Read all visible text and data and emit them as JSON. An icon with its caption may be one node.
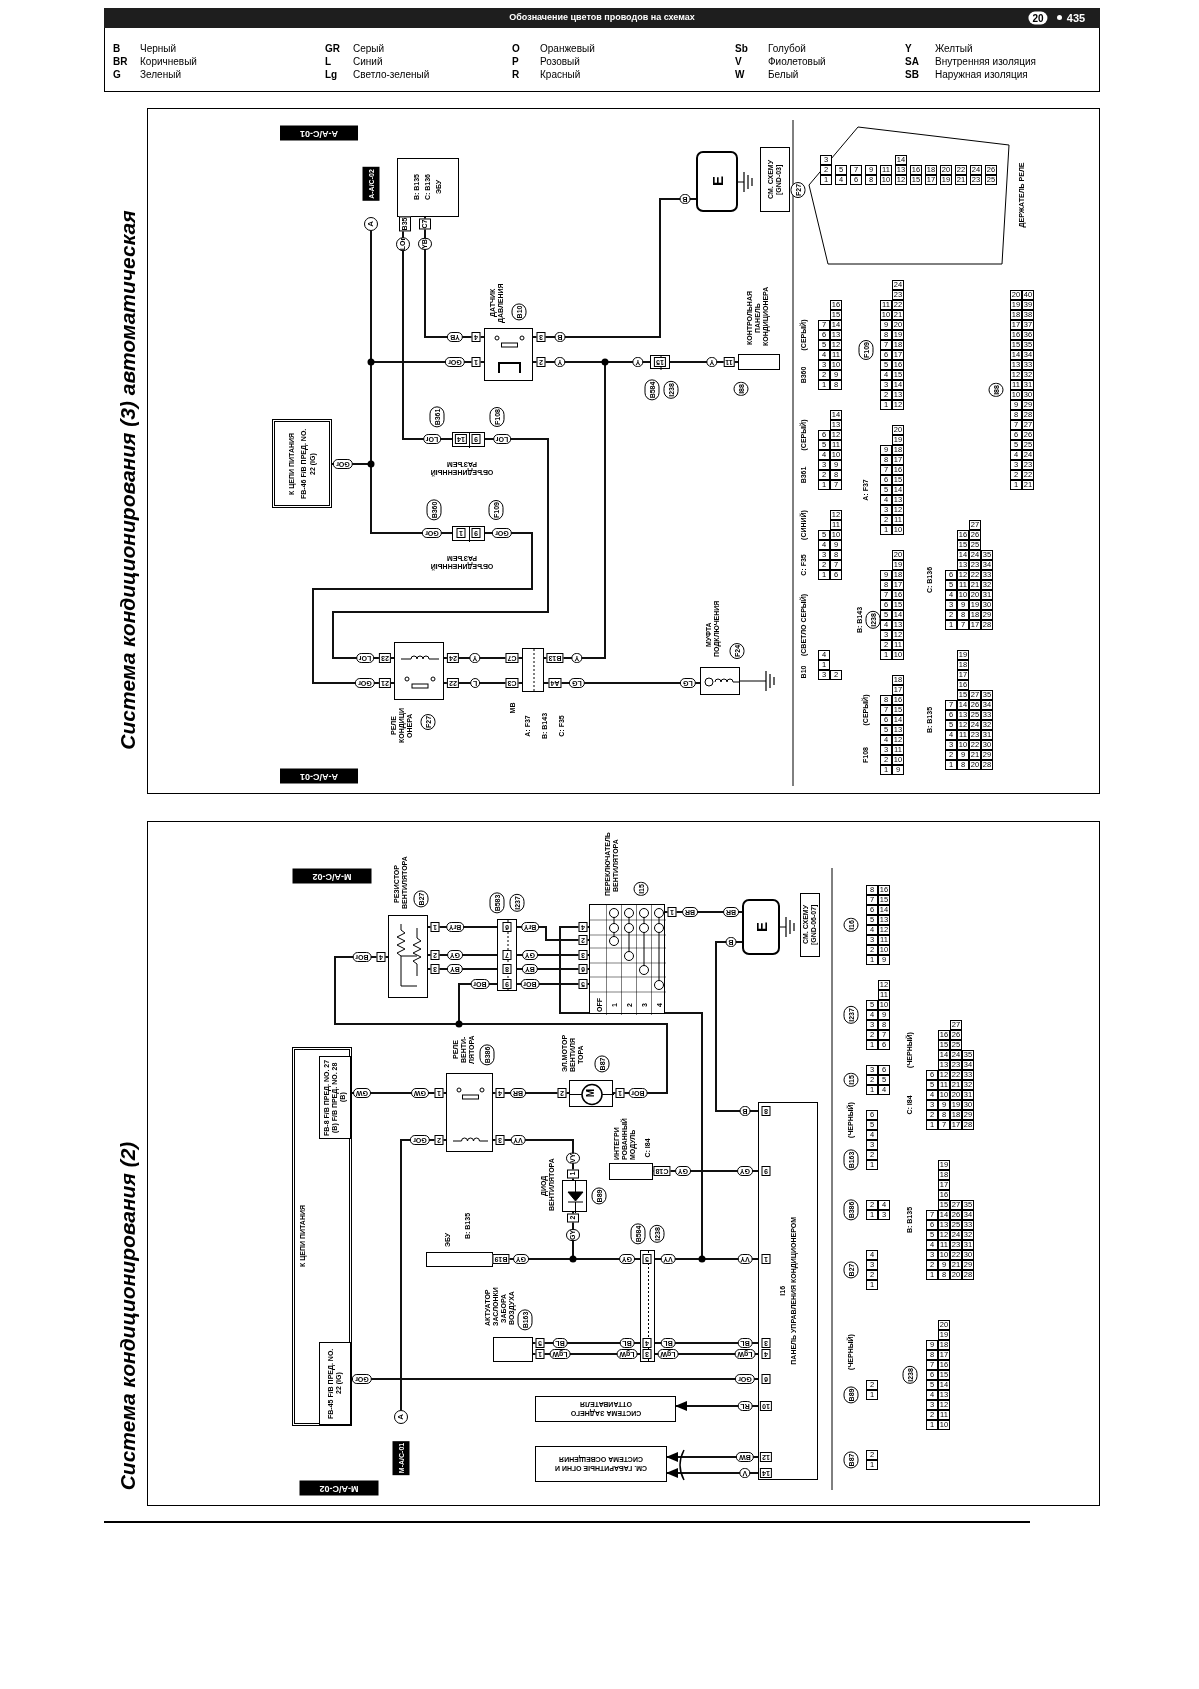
{
  "diagram": {
    "title": "Обозначение цветов проводов на схемах",
    "nodes": [
      {
        "text": [
          "К ЦЕПИ ПИТАНИЯ",
          "FB-46 F/B ПРЕД. NO. 22 (IG)"
        ]
      },
      {
        "text": [
          "A"
        ],
        "beside": [
          "A-A/C-02"
        ]
      },
      {
        "text": [
          "B: B135",
          "C: B136",
          "ЭБУ"
        ]
      },
      {
        "text": [],
        "shape": "box",
        "beside": [
          "ДАТЧИК ДАВЛЕНИЯ",
          "B10"
        ]
      },
      {
        "text": [],
        "shape": "box",
        "beside": [
          "B361",
          "F108",
          "ОБЪЕДИНЕННЫЙ РАЗЪЕМ"
        ]
      },
      {
        "text": [],
        "shape": "box",
        "beside": [
          "B360",
          "F109",
          "ОБЪЕДИНЕННЫЙ РАЗЪЕМ"
        ]
      },
      {
        "text": [],
        "shape": "box",
        "beside": [
          "РЕЛЕ КОНДИЦИ ОНЕРА",
          "F27"
        ]
      },
      {
        "text": [],
        "shape": "box",
        "beside": [
          "MB",
          "A: F37",
          "B: B143",
          "C: F35"
        ]
      },
      {
        "text": [],
        "shape": "box",
        "beside": [
          "B584",
          "I238"
        ]
      },
      {
        "text": [],
        "shape": "box",
        "beside": [
          "КОНТРОЛЬНАЯ ПАНЕЛЬ КОНДИЦИОНЕРА",
          "I88"
        ]
      },
      {
        "text": [],
        "shape": "box",
        "beside": [
          "МУФТА ПОДКЛЮЧЕНИЯ",
          "F24"
        ]
      },
      {
        "text": [
          "E"
        ]
      },
      {
        "text": [
          "СМ. СХЕМУ [GND-03]"
        ]
      },
      {
        "text": [
          "3 1 4",
          "2"
        ],
        "beside": [
          "B10",
          "(СВЕТЛО СЕРЫЙ)"
        ]
      },
      {
        "text": [
          "1 2 3 4 5",
          "6 7 8 9 10 11 12"
        ],
        "beside": [
          "C: F35",
          "(СИНИЙ)"
        ]
      },
      {
        "text": [
          "1 2 3 4 5 6",
          "7 8 9 10 11 12 13 14"
        ],
        "beside": [
          "B361",
          "(СЕРЫЙ)"
        ]
      },
      {
        "text": [
          "1 2 3 4 5 6 7",
          "8 9 10 11 12 13 14 15 16"
        ],
        "beside": [
          "B360",
          "(СЕРЫЙ)"
        ]
      },
      {
        "text": [
          "1 2 3",
          "4 5",
          "6 7",
          "8 9",
          "10 11",
          "12 13 14",
          "15 16",
          "17 18",
          "19 20",
          "21 22",
          "23 24",
          "25 26"
        ],
        "beside": [
          "F27",
          "ДЕРЖАТЕЛЬ РЕЛЕ"
        ]
      },
      {
        "text": [
          "1 2 3 4 5 6 7 8",
          "9 10 11 12 13 14 15 16 17 18"
        ],
        "beside": [
          "F108",
          "(СЕРЫЙ)"
        ]
      },
      {
        "text": [
          "1 2 3 4 5 6 7 8 9",
          "10 11 12 13 14 15 16 17 18 19 20"
        ],
        "beside": [
          "B: B143",
          "I238"
        ]
      },
      {
        "text": [
          "1 2 3 4 5 6 7 8 9",
          "10 11 12 13 14 15 16 17 18 19 20"
        ],
        "beside": [
          "A: F37"
        ]
      },
      {
        "text": [
          "1 2 3 4 5 6 7 8 9 10 11",
          "12 13 14 15 16 17 18 19 20 21 22 23 24"
        ],
        "beside": [
          "F109"
        ]
      },
      {
        "text": [
          "1 2 3 4 5 6 7",
          "8 9 10 11 12 13 14 15 16 17 18 19",
          "20 21 22 23 24 25 26 27",
          "28 29 30 31 32 33 34 35"
        ],
        "beside": [
          "B: B135"
        ]
      },
      {
        "text": [
          "1 2 3 4 5 6",
          "7 8 9 10 11 12 13 14 15 16",
          "17 18 19 20 21 22 23 24 25 26 27",
          "28 29 30 31 32 33 34 35"
        ],
        "beside": [
          "C: B136"
        ]
      },
      {
        "text": [
          "1 2 3 4 5 6 7 8 9 10 11 12 13 14 15 16 17 18 19 20",
          "21 22 23 24 25 26 27 28 29 30 31 32 33 34 35 36 37 38 39 40"
        ],
        "beside": [
          "I88"
        ]
      },
      {
        "text": [
          "К ЦЕПИ ПИТАНИЯ"
        ]
      },
      {
        "text": [
          "FB-8 F/B ПРЕД. NO. 27 (B) F/B ПРЕД. NO. 28 (B)"
        ],
        "in": 25
      },
      {
        "text": [
          "FB-45 F/B ПРЕД. NO. 22 (IG)"
        ],
        "in": 25
      },
      {
        "text": [],
        "shape": "box",
        "beside": [
          "РЕЗИСТОР ВЕНТИЛЯТОРА",
          "B27"
        ]
      },
      {
        "text": [],
        "shape": "box",
        "beside": [
          "B583",
          "I237"
        ]
      },
      {
        "text": [
          "OFF",
          "1",
          "2",
          "3",
          "4"
        ],
        "beside": [
          "ПЕРЕКЛЮЧАТЕЛЬ ВЕНТИЛЯТОРА",
          "I15"
        ]
      },
      {
        "text": [],
        "shape": "box",
        "beside": [
          "РЕЛЕ ВЕНТИ- ЛЯТОРА",
          "B386"
        ]
      },
      {
        "text": [
          "M"
        ],
        "beside": [
          "ЭЛ.МОТОР ВЕНТИЛЯ ТОРА",
          "B87"
        ]
      },
      {
        "text": [],
        "shape": "box",
        "beside": [
          "ДИОД ВЕНТИЛЯТОРА",
          "B89"
        ]
      },
      {
        "text": [],
        "shape": "box",
        "beside": [
          "ИНТЕГРИ РОВАННЫЙ МОДУЛЬ",
          "C: I84"
        ]
      },
      {
        "text": [],
        "shape": "box",
        "beside": [
          "ЭБУ",
          "B: B135"
        ]
      },
      {
        "text": [],
        "shape": "box",
        "beside": [
          "B584",
          "I238"
        ]
      },
      {
        "text": [],
        "shape": "box",
        "beside": [
          "АКТУАТОР ЗАСЛОНКИ ЗАБОРА ВОЗДУХА",
          "B163"
        ]
      },
      {
        "text": [
          "A"
        ],
        "beside": [
          "M-A/C-01"
        ]
      },
      {
        "text": [
          "СИСТЕМА ЗАДНЕГО ОТТАИВАТЕЛЯ"
        ]
      },
      {
        "text": [
          "СМ. ГАБАРИТНЫЕ ОГНИ И СИСТЕМА ОСВЕЩЕНИЯ"
        ]
      },
      {
        "text": [
          "I16",
          "ПАНЕЛЬ УПРАВЛЕНИЯ КОНДИЦИОНЕРОМ"
        ]
      },
      {
        "text": [
          "E"
        ]
      },
      {
        "text": [
          "СМ. СХЕМУ [GND-06-07]"
        ]
      },
      {
        "text": [
          "1 2 3 4 5 6 7 8",
          "9 10 11 12 13 14 15 16"
        ],
        "beside": [
          "I16"
        ]
      },
      {
        "text": [
          "1 2 3 4 5",
          "6 7 8 9 10 11 12"
        ],
        "beside": [
          "I237"
        ]
      },
      {
        "text": [
          "1 2 3",
          "4 5 6"
        ],
        "beside": [
          "I15"
        ]
      },
      {
        "text": [
          "1 2 3 4 5 6"
        ],
        "beside": [
          "B163",
          "(ЧЕРНЫЙ)"
        ]
      },
      {
        "text": [
          "1 2",
          "3 4"
        ],
        "beside": [
          "B386"
        ]
      },
      {
        "text": [
          "1 2 3 4"
        ],
        "beside": [
          "B27"
        ]
      },
      {
        "text": [
          "1 2"
        ],
        "beside": [
          "B89",
          "(ЧЕРНЫЙ)"
        ]
      },
      {
        "text": [
          "1 2"
        ],
        "beside": [
          "B87"
        ]
      },
      {
        "text": [
          "1 2 3 4 5 6",
          "7 8 9 10 11 12 13 14 15 16",
          "17 18 19 20 21 22 23 24 25 26 27",
          "28 29 30 31 32 33 34 35"
        ],
        "beside": [
          "C: I84",
          "(ЧЕРНЫЙ)"
        ]
      },
      {
        "text": [
          "1 2 3 4 5 6 7",
          "8 9 10 11 12 13 14 15 16 17 18 19",
          "20 21 22 23 24 25 26 27",
          "28 29 30 31 32 33 34 35"
        ],
        "beside": [
          "B: B135"
        ]
      },
      {
        "text": [
          "1 2 3 4 5 6 7 8 9",
          "10 11 12 13 14 15 16 17 18 19 20"
        ],
        "beside": [
          "I238"
        ]
      }
    ],
    "edges": [
      {
        "from": 0,
        "to": 3,
        "arrow": "none"
      },
      {
        "from": 0,
        "to": 1,
        "arrow": "none"
      },
      {
        "from": 0,
        "to": 5,
        "arrow": "none"
      },
      {
        "from": 2,
        "to": 4,
        "arrow": "none"
      },
      {
        "from": 2,
        "to": 3,
        "arrow": "none"
      },
      {
        "from": 3,
        "to": 11,
        "arrow": "none"
      },
      {
        "from": 3,
        "to": 8,
        "arrow": "none"
      },
      {
        "from": 8,
        "to": 9,
        "arrow": "none"
      },
      {
        "from": 3,
        "to": 7,
        "arrow": "none"
      },
      {
        "from": 4,
        "to": 6,
        "arrow": "none"
      },
      {
        "from": 5,
        "to": 6,
        "arrow": "none"
      },
      {
        "from": 6,
        "to": 7,
        "arrow": "none"
      },
      {
        "from": 6,
        "to": 7,
        "arrow": "none"
      },
      {
        "from": 7,
        "to": 10,
        "arrow": "none"
      },
      {
        "from": 26,
        "to": 31,
        "arrow": "none"
      },
      {
        "from": 31,
        "to": 32,
        "arrow": "none"
      },
      {
        "from": 32,
        "to": 28,
        "arrow": "none"
      },
      {
        "from": 32,
        "to": 29,
        "arrow": "none"
      },
      {
        "from": 28,
        "to": 29,
        "arrow": "none"
      },
      {
        "from": 28,
        "to": 29,
        "arrow": "none"
      },
      {
        "from": 28,
        "to": 29,
        "arrow": "none"
      },
      {
        "from": 29,
        "to": 30,
        "arrow": "none"
      },
      {
        "from": 29,
        "to": 30,
        "arrow": "none"
      },
      {
        "from": 29,
        "to": 30,
        "arrow": "none"
      },
      {
        "from": 29,
        "to": 30,
        "arrow": "none"
      },
      {
        "from": 30,
        "to": 41,
        "arrow": "none"
      },
      {
        "from": 30,
        "to": 42,
        "arrow": "none"
      },
      {
        "from": 42,
        "to": 41,
        "arrow": "none"
      },
      {
        "from": 31,
        "to": 33,
        "arrow": "none"
      },
      {
        "from": 33,
        "to": 36,
        "arrow": "none"
      },
      {
        "from": 35,
        "to": 36,
        "arrow": "none"
      },
      {
        "from": 36,
        "to": 41,
        "arrow": "none"
      },
      {
        "from": 34,
        "to": 41,
        "arrow": "none"
      },
      {
        "from": 37,
        "to": 36,
        "arrow": "none"
      },
      {
        "from": 37,
        "to": 36,
        "arrow": "none"
      },
      {
        "from": 36,
        "to": 41,
        "arrow": "none"
      },
      {
        "from": 36,
        "to": 41,
        "arrow": "none"
      },
      {
        "from": 27,
        "to": 41,
        "arrow": "none"
      },
      {
        "from": 41,
        "to": 39,
        "arrow": "to"
      },
      {
        "from": 41,
        "to": 40,
        "arrow": "to"
      },
      {
        "from": 41,
        "to": 40,
        "arrow": "to"
      },
      {
        "from": 31,
        "to": 38,
        "arrow": "none"
      }
    ],
    "labels": [
      "20",
      "435",
      "B",
      "Черный",
      "GR",
      "Серый",
      "O",
      "Оранжевый",
      "Sb",
      "Голубой",
      "Y",
      "Желтый",
      "BR",
      "Коричневый",
      "L",
      "Синий",
      "P",
      "Розовый",
      "V",
      "Фиолетовый",
      "SA",
      "Внутренняя изоляция",
      "G",
      "Зеленый",
      "Lg",
      "Светло-зеленый",
      "R",
      "Красный",
      "W",
      "Белый",
      "SB",
      "Наружная изоляция",
      "Система кондиционирования (3) автоматическая",
      "Система кондиционирования (2)",
      "A-A/C-01",
      "A-A/C-01",
      "B35",
      "C7",
      "LOr",
      "YB",
      "GOr",
      "YB",
      "4",
      "GOr",
      "1",
      "3",
      "B",
      "2",
      "Y",
      "LOr",
      "14",
      "9",
      "LOr",
      "GOr",
      "1",
      "9",
      "GOr",
      "LOr",
      "23",
      "GOr",
      "21",
      "24",
      "Y",
      "22",
      "L",
      "C7",
      "C3",
      "B13",
      "Y",
      "A4",
      "LG",
      "LG",
      "B",
      "Y",
      "15",
      "Y",
      "11",
      "M-A/C-02",
      "M-A/C-02",
      "GW",
      "GW",
      "1",
      "GOr",
      "2",
      "4",
      "BR",
      "3",
      "VY",
      "2",
      "1",
      "BOr",
      "BOr",
      "4",
      "1",
      "BrY",
      "2",
      "GY",
      "3",
      "BY",
      "BOr",
      "6",
      "7",
      "8",
      "9",
      "BrY",
      "GY",
      "BY",
      "BOr",
      "4",
      "2",
      "3",
      "6",
      "5",
      "1",
      "BR",
      "BR",
      "B",
      "VY",
      "1",
      "2",
      "GY",
      "C18",
      "GY",
      "B19",
      "GY",
      "GY",
      "5",
      "VY",
      "BL",
      "4",
      "BL",
      "LgW",
      "3",
      "LgW",
      "5",
      "BL",
      "1",
      "LgW",
      "GOr",
      "B",
      "8",
      "GY",
      "9",
      "VY",
      "1",
      "BL",
      "3",
      "LgW",
      "4",
      "GOr",
      "6",
      "RL",
      "10",
      "BW",
      "12",
      "V",
      "14"
    ]
  }
}
